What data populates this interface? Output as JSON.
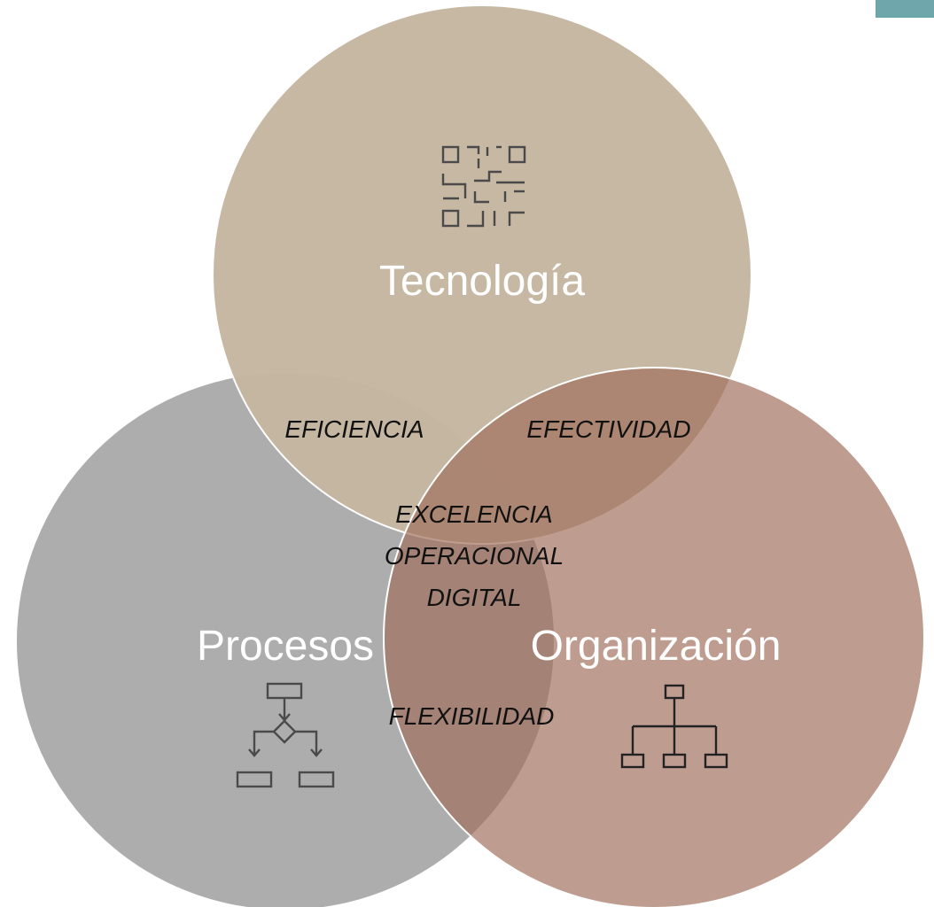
{
  "diagram": {
    "circles": {
      "tecnologia": {
        "label": "Tecnología",
        "color": "#c4b6a0",
        "icon": "qr-code-icon"
      },
      "procesos": {
        "label": "Procesos",
        "color": "#adadad",
        "icon": "flowchart-icon"
      },
      "organizacion": {
        "label": "Organización",
        "color": "#b88f82",
        "icon": "org-chart-icon"
      }
    },
    "intersections": {
      "eficiencia": "EFICIENCIA",
      "efectividad": "EFECTIVIDAD",
      "flexibilidad": "FLEXIBILIDAD",
      "center": [
        "EXCELENCIA",
        "OPERACIONAL",
        "DIGITAL"
      ]
    },
    "accent_color": "#6fa6ac"
  }
}
